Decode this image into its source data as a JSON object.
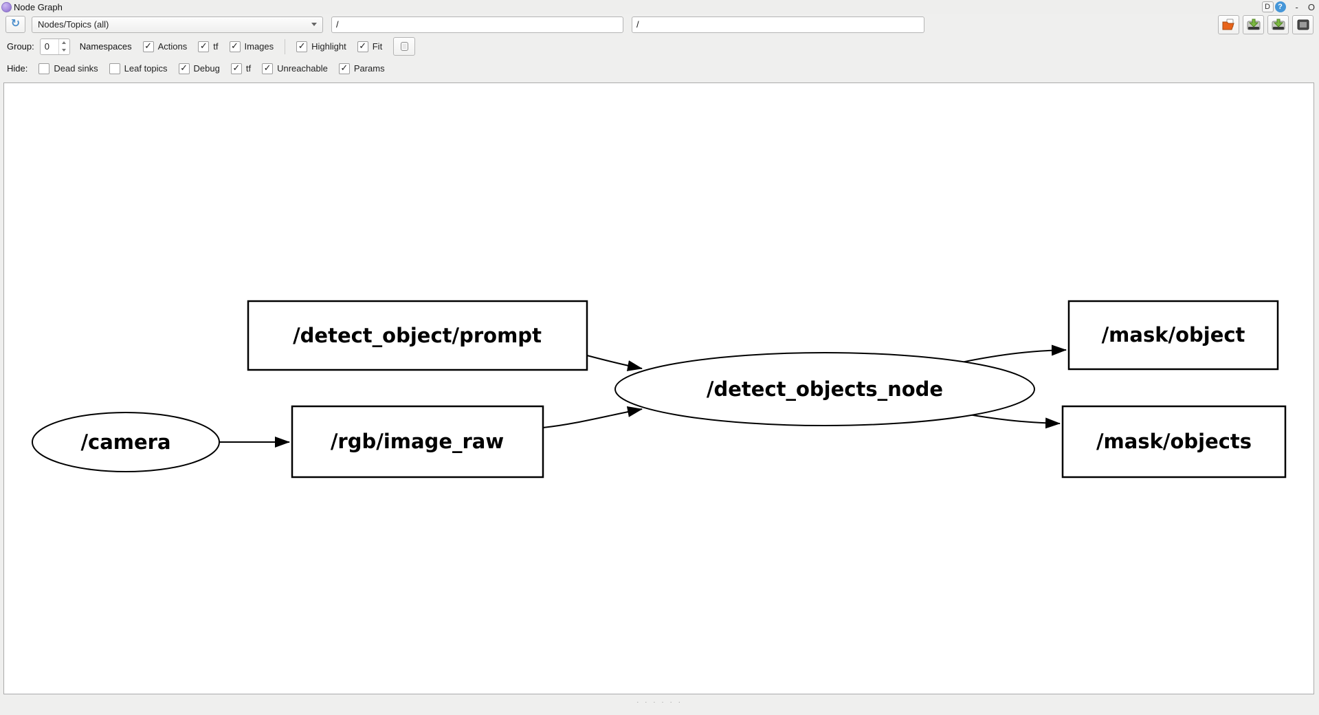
{
  "window": {
    "title": "Node Graph",
    "dock_button": "D",
    "help_button": "?",
    "minimize_button": "-",
    "close_button": "O"
  },
  "toolbar": {
    "refresh_icon": "↻",
    "filter_dropdown": {
      "value": "Nodes/Topics (all)"
    },
    "namespace_filter": {
      "value": "/"
    },
    "topic_filter": {
      "value": "/"
    },
    "right_icons": [
      "open-folder-icon",
      "save-dot-icon",
      "save-image-icon",
      "snapshot-icon"
    ]
  },
  "options_row": {
    "group_label": "Group:",
    "group_value": "0",
    "namespaces_label": "Namespaces",
    "checkboxes": [
      {
        "label": "Actions",
        "checked": true
      },
      {
        "label": "tf",
        "checked": true
      },
      {
        "label": "Images",
        "checked": true
      },
      {
        "label": "Highlight",
        "checked": true
      },
      {
        "label": "Fit",
        "checked": true
      }
    ]
  },
  "hide_row": {
    "label": "Hide:",
    "checkboxes": [
      {
        "label": "Dead sinks",
        "checked": false
      },
      {
        "label": "Leaf topics",
        "checked": false
      },
      {
        "label": "Debug",
        "checked": true
      },
      {
        "label": "tf",
        "checked": true
      },
      {
        "label": "Unreachable",
        "checked": true
      },
      {
        "label": "Params",
        "checked": true
      }
    ]
  },
  "graph": {
    "nodes": [
      {
        "id": "camera",
        "label": "/camera",
        "shape": "ellipse"
      },
      {
        "id": "rgb_image_raw",
        "label": "/rgb/image_raw",
        "shape": "rect"
      },
      {
        "id": "detect_object_prompt",
        "label": "/detect_object/prompt",
        "shape": "rect"
      },
      {
        "id": "detect_objects_node",
        "label": "/detect_objects_node",
        "shape": "ellipse"
      },
      {
        "id": "mask_object",
        "label": "/mask/object",
        "shape": "rect"
      },
      {
        "id": "mask_objects",
        "label": "/mask/objects",
        "shape": "rect"
      }
    ],
    "edges": [
      {
        "from": "/camera",
        "to": "/rgb/image_raw"
      },
      {
        "from": "/detect_object/prompt",
        "to": "/detect_objects_node"
      },
      {
        "from": "/rgb/image_raw",
        "to": "/detect_objects_node"
      },
      {
        "from": "/detect_objects_node",
        "to": "/mask/object"
      },
      {
        "from": "/detect_objects_node",
        "to": "/mask/objects"
      }
    ]
  }
}
